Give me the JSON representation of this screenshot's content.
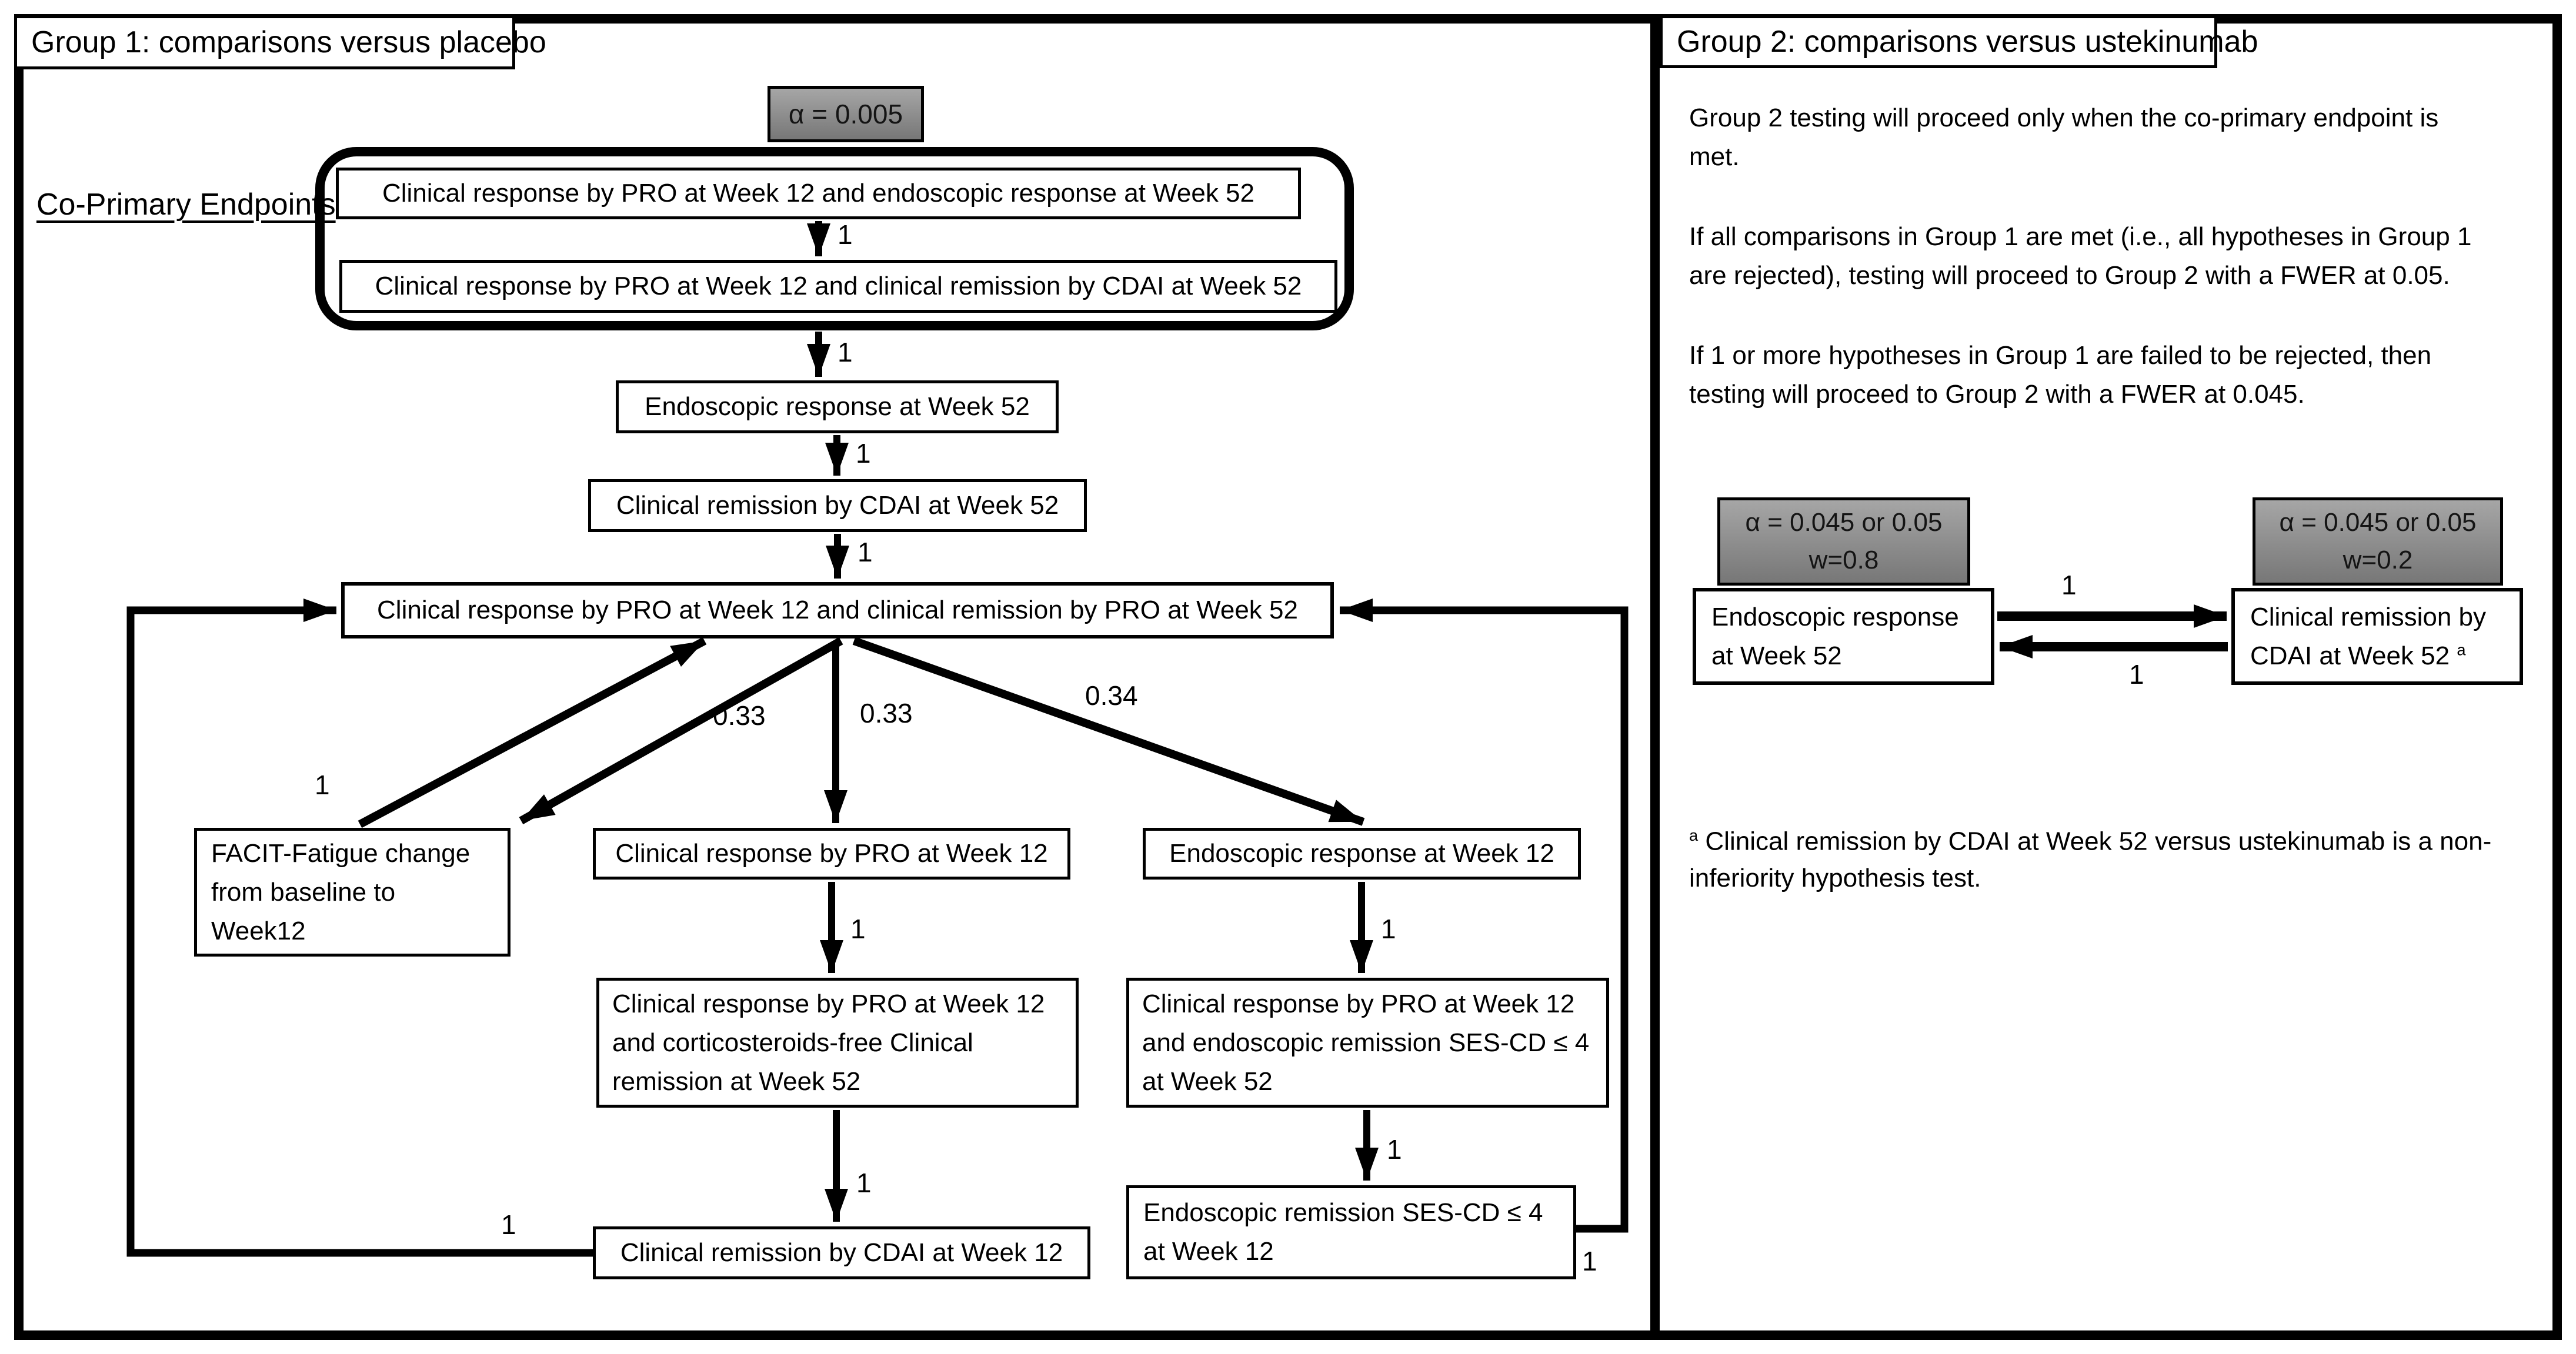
{
  "group1": {
    "title": "Group 1: comparisons versus placebo",
    "alpha_label": "α = 0.005",
    "co_primary_label": "Co-Primary Endpoints",
    "boxes": {
      "coprimary_top": "Clinical response by PRO at Week 12 and endoscopic response at Week 52",
      "coprimary_bottom": "Clinical response by PRO at Week 12 and clinical remission by CDAI at Week 52",
      "endo_response_w52": "Endoscopic response at Week 52",
      "cdai_remission_w52": "Clinical remission by CDAI at Week 52",
      "center": "Clinical response by PRO at Week 12 and clinical remission by PRO at Week 52",
      "facit": [
        "FACIT-Fatigue change",
        "from baseline to",
        "Week12"
      ],
      "pro_response_w12": "Clinical response by PRO at Week 12",
      "endo_response_w12": "Endoscopic response at Week 12",
      "steroid_free_w52": [
        "Clinical response by PRO at Week 12",
        "and corticosteroids-free Clinical",
        "remission at Week 52"
      ],
      "ses_remission_w52": [
        "Clinical response by PRO at Week 12",
        "and endoscopic remission SES-CD ≤ 4",
        "at Week 52"
      ],
      "cdai_remission_w12": "Clinical remission by CDAI at Week 12",
      "ses_remission_w12": [
        "Endoscopic remission SES-CD ≤ 4",
        "at Week 12"
      ]
    },
    "weights": {
      "coprimary_internal": "1",
      "to_endo_w52": "1",
      "to_cdai_w52": "1",
      "to_center": "1",
      "facit_up": "1",
      "facit_down": "0.33",
      "center_down": "0.33",
      "to_endo_w12": "0.34",
      "pro_w12_down": "1",
      "endo_w12_down": "1",
      "steroid_down": "1",
      "ses_down": "1",
      "loop_left": "1",
      "loop_right": "1"
    }
  },
  "group2": {
    "title": "Group 2: comparisons versus ustekinumab",
    "paragraphs": [
      [
        "Group 2 testing will proceed only when the co-primary endpoint is",
        "met."
      ],
      [
        "If all comparisons in Group 1 are met (i.e., all hypotheses in Group 1",
        "are rejected), testing will proceed to Group 2 with a FWER at 0.05."
      ],
      [
        "If 1 or more hypotheses in Group 1 are failed to be rejected, then",
        "testing will proceed to Group 2 with a FWER at 0.045."
      ]
    ],
    "alpha_left": {
      "l1": "α = 0.045 or 0.05",
      "l2": "w=0.8"
    },
    "alpha_right": {
      "l1": "α = 0.045 or 0.05",
      "l2": "w=0.2"
    },
    "box_left": [
      "Endoscopic response",
      "at Week 52"
    ],
    "box_right": [
      "Clinical remission by",
      "CDAI at Week 52"
    ],
    "box_right_sup": "a",
    "forward_weight": "1",
    "back_weight": "1",
    "footnote": {
      "sup": "a",
      "l1": " Clinical remission by CDAI at Week 52 versus ustekinumab is a non-",
      "l2": "inferiority hypothesis test."
    }
  },
  "colors": {
    "border": "#000000",
    "background": "#ffffff",
    "gray_box_top": "#a6a6a6",
    "gray_box_bottom": "#777777"
  }
}
